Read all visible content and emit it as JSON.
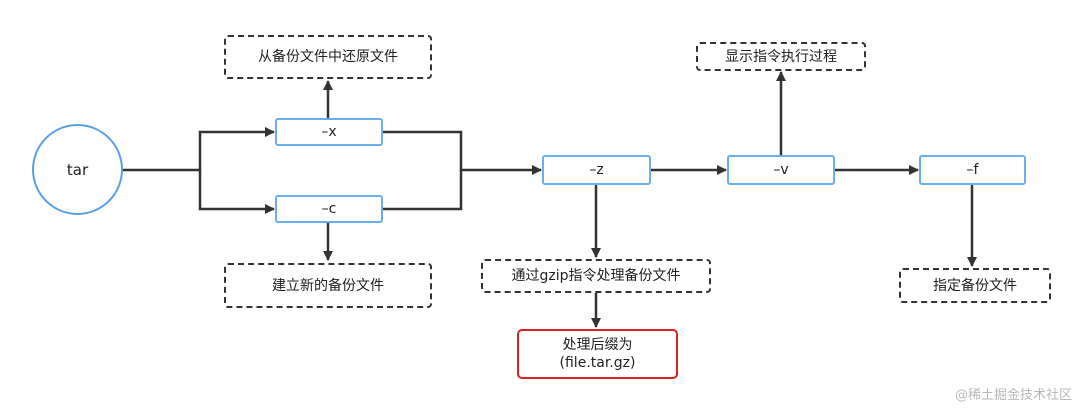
{
  "nodes": {
    "tar": "tar",
    "opt_x": "–x",
    "opt_c": "–c",
    "opt_z": "–z",
    "opt_v": "–v",
    "opt_f": "–f",
    "restore": "从备份文件中还原文件",
    "create": "建立新的备份文件",
    "gzip": "通过gzip指令处理备份文件",
    "suffix_line1": "处理后缀为",
    "suffix_line2": "(file.tar.gz)",
    "verbose": "显示指令执行过程",
    "specify": "指定备份文件"
  },
  "watermark": "@稀土掘金技术社区"
}
